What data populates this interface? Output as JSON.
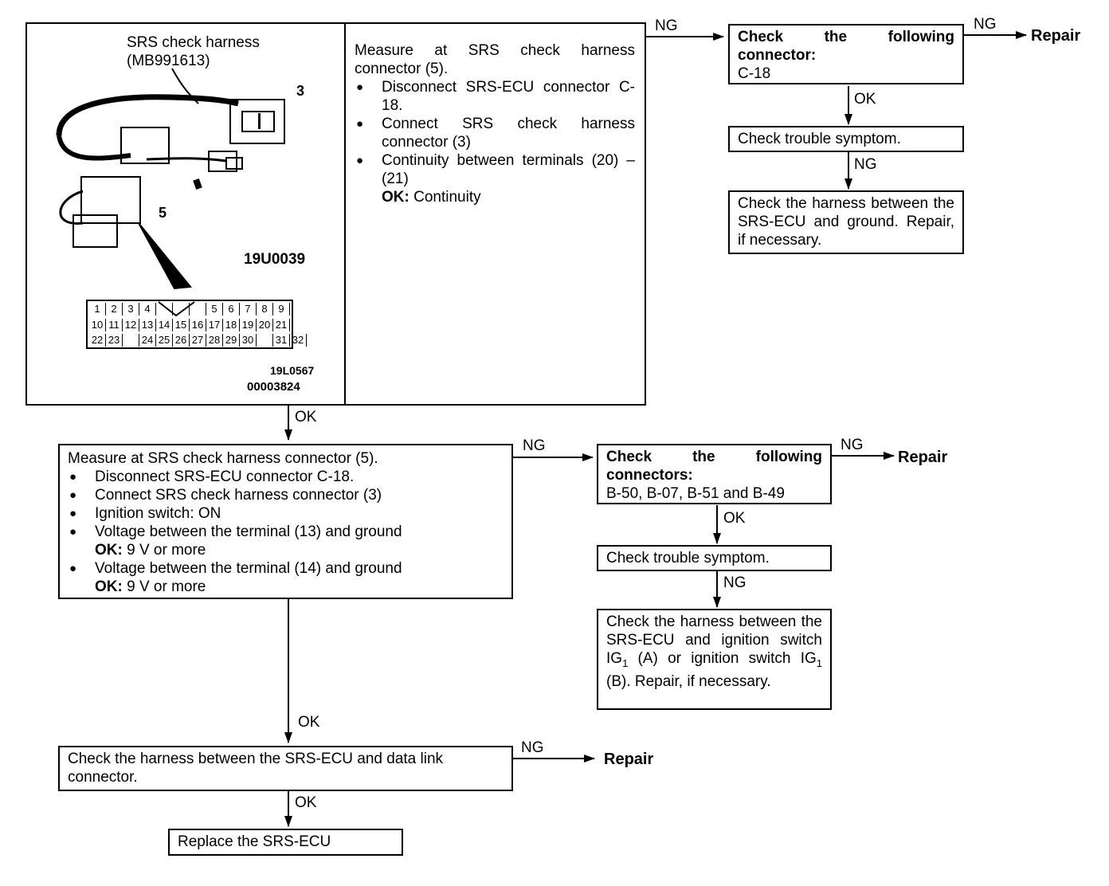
{
  "illustration": {
    "harness_title": "SRS check harness",
    "harness_part": "(MB991613)",
    "connector_3_label": "3",
    "connector_5_label": "5",
    "code_1": "19U0039",
    "code_2": "19L0567",
    "code_3": "00003824",
    "pin_row_1": [
      "1",
      "2",
      "3",
      "4",
      "",
      "",
      "",
      "5",
      "6",
      "7",
      "8",
      "9"
    ],
    "pin_row_2": [
      "10",
      "11",
      "12",
      "13",
      "14",
      "15",
      "16",
      "17",
      "18",
      "19",
      "20",
      "21"
    ],
    "pin_row_3": [
      "22",
      "23",
      "",
      "24",
      "25",
      "26",
      "27",
      "28",
      "29",
      "30",
      "",
      "31",
      "32"
    ]
  },
  "step1": {
    "intro": "Measure at SRS check harness connector (5).",
    "items": [
      "Disconnect SRS-ECU connector C-18.",
      "Connect SRS check harness connector (3)",
      "Continuity between terminals (20) – (21)"
    ],
    "ok_label": "OK:",
    "ok_value": "Continuity"
  },
  "branch1": {
    "check_title": "Check the following connector:",
    "check_value": "C-18",
    "symptom": "Check trouble symptom.",
    "harness": "Check the harness between the SRS-ECU and ground. Repair, if necessary."
  },
  "step2": {
    "intro": "Measure at SRS check harness connector (5).",
    "items": [
      "Disconnect SRS-ECU connector C-18.",
      "Connect SRS check harness connector (3)",
      "Ignition switch: ON"
    ],
    "volt1": "Voltage between the terminal (13) and ground",
    "volt1_ok_label": "OK:",
    "volt1_ok_value": "9 V or more",
    "volt2": "Voltage between the terminal (14) and ground",
    "volt2_ok_label": "OK:",
    "volt2_ok_value": "9 V or more"
  },
  "branch2": {
    "check_title": "Check the following connectors:",
    "check_value": "B-50, B-07, B-51 and B-49",
    "symptom": "Check trouble symptom.",
    "harness_pre": "Check the harness between the SRS-ECU and ignition switch IG",
    "harness_sub1": "1",
    "harness_mid": " (A) or ignition switch IG",
    "harness_sub2": "1",
    "harness_post": " (B). Repair, if necessary."
  },
  "step3": {
    "text": "Check the harness between the SRS-ECU and data link connector."
  },
  "final": {
    "text": "Replace the SRS-ECU"
  },
  "labels": {
    "ok": "OK",
    "ng": "NG",
    "repair": "Repair"
  }
}
